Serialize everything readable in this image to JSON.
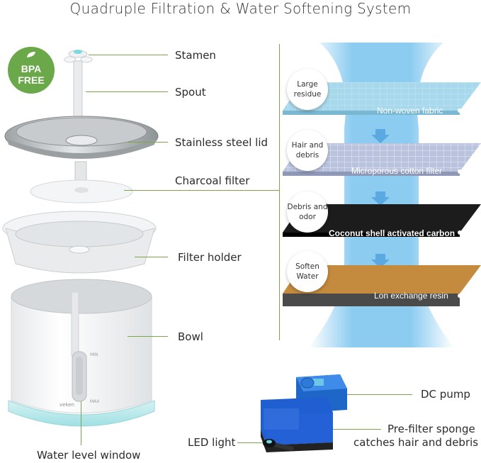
{
  "title": "Quadruple Filtration & Water Softening System",
  "badge": {
    "line1": "BPA",
    "line2": "FREE",
    "color": "#6aa84a"
  },
  "parts": {
    "stamen": "Stamen",
    "spout": "Spout",
    "lid": "Stainless steel lid",
    "charcoal": "Charcoal filter",
    "holder": "Filter holder",
    "bowl": "Bowl",
    "window": "Water level window",
    "pump": "DC pump",
    "sponge_line1": "Pre-filter sponge",
    "sponge_line2": "catches hair and debris",
    "led": "LED light"
  },
  "bowl_marks": {
    "min": "MIN",
    "max": "MAX",
    "brand": "veken"
  },
  "layers": [
    {
      "label": "Non-woven fabric",
      "bubble": [
        "Large",
        "residue"
      ],
      "color": "#a8d8ec"
    },
    {
      "label": "Microporous cotton filter",
      "bubble": [
        "Hair and",
        "debris"
      ],
      "color": "#b9c3dd"
    },
    {
      "label": "Coconut shell activated carbon",
      "bubble": [
        "Debris and",
        "odor"
      ],
      "color": "#1c1c1c"
    },
    {
      "label": "Lon exchange resin",
      "bubble": [
        "Soften",
        "Water"
      ],
      "color": "#c48a3e"
    }
  ],
  "accent": "#7ea34f",
  "water_color": "#7fc6ef"
}
